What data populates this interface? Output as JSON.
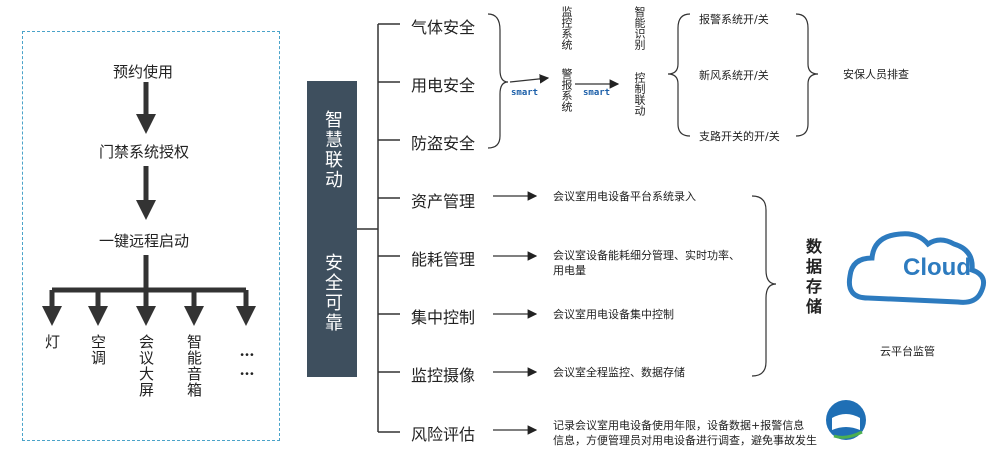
{
  "left_flow": {
    "step1": "预约使用",
    "step2": "门禁系统授权",
    "step3": "一键远程启动",
    "devices": [
      "灯",
      "空调",
      "会议大屏",
      "智能音箱",
      "……"
    ]
  },
  "center": {
    "top": "智慧联动",
    "bottom": "安全可靠"
  },
  "categories": [
    "气体安全",
    "用电安全",
    "防盗安全",
    "资产管理",
    "能耗管理",
    "集中控制",
    "监控摄像",
    "风险评估"
  ],
  "smart_label": "smart",
  "monitor_system": "监控系统",
  "alarm_system": "警报系统",
  "smart_recognition": "智能识别",
  "control_linkage": "控制联动",
  "actions": [
    "报警系统开/关",
    "新风系统开/关",
    "支路开关的开/关"
  ],
  "staff": "安保人员排查",
  "descriptions": {
    "asset": "会议室用电设备平台系统录入",
    "energy": [
      "会议室设备能耗细分管理、实时功率、",
      "用电量"
    ],
    "control": "会议室用电设备集中控制",
    "camera": "会议室全程监控、数据存储",
    "risk": [
      "记录会议室用电设备使用年限，设备数据+报警信息",
      "信息，方便管理员对用电设备进行调查，避免事故发生"
    ]
  },
  "storage": "数据存储",
  "cloud": {
    "logo_text": "Cloud",
    "caption": "云平台监管"
  }
}
